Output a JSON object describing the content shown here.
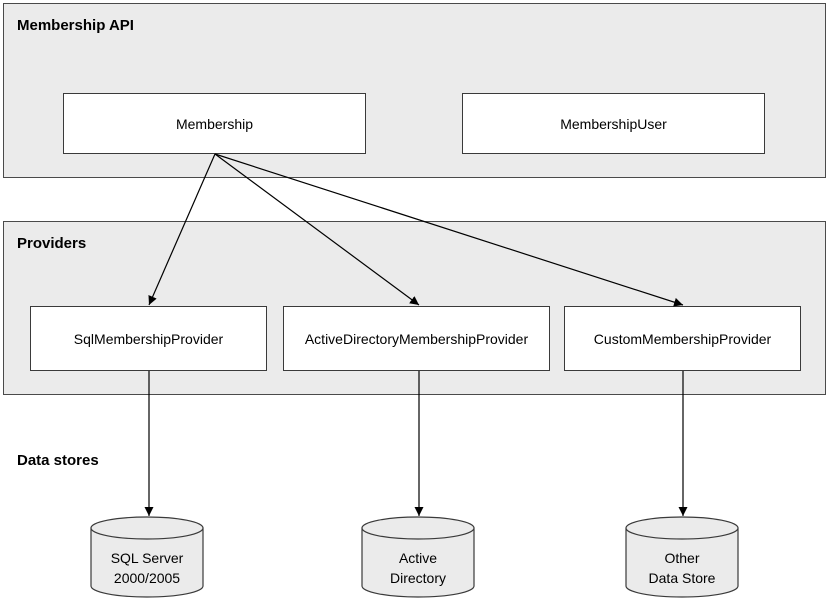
{
  "membership_api": {
    "title": "Membership API",
    "classes": [
      "Membership",
      "MembershipUser"
    ]
  },
  "providers": {
    "title": "Providers",
    "items": [
      "SqlMembershipProvider",
      "ActiveDirectoryMembershipProvider",
      "CustomMembershipProvider"
    ]
  },
  "data_stores": {
    "title": "Data stores",
    "items": [
      {
        "line1": "SQL Server",
        "line2": "2000/2005"
      },
      {
        "line1": "Active",
        "line2": "Directory"
      },
      {
        "line1": "Other",
        "line2": "Data Store"
      }
    ]
  }
}
